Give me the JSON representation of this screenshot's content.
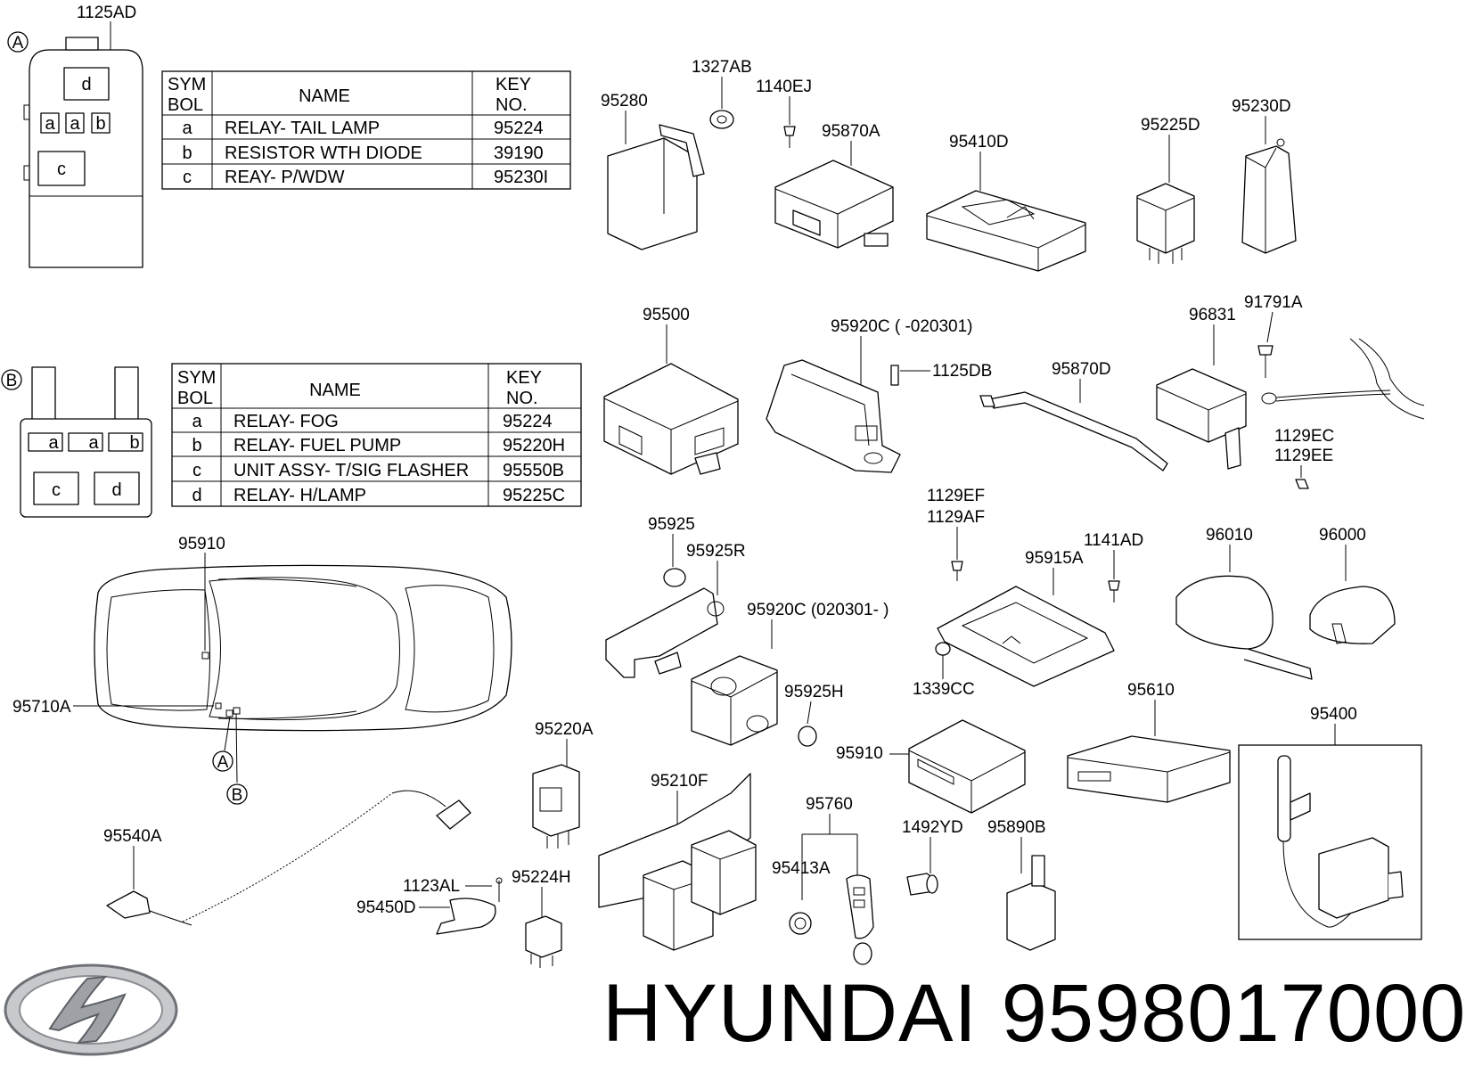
{
  "brand": {
    "name": "HYUNDAI",
    "part_number": "9598017000"
  },
  "box_a": {
    "marker": "A",
    "top_label": "1125AD",
    "slots": [
      "d",
      "a",
      "a",
      "b",
      "c"
    ],
    "table": {
      "headers": [
        "SYM BOL",
        "NAME",
        "KEY NO."
      ],
      "header_sym_lines": [
        "SYM",
        "BOL"
      ],
      "header_key_lines": [
        "KEY",
        "NO."
      ],
      "rows": [
        {
          "sym": "a",
          "name": "RELAY- TAIL LAMP",
          "key": "95224"
        },
        {
          "sym": "b",
          "name": "RESISTOR WTH DIODE",
          "key": "39190"
        },
        {
          "sym": "c",
          "name": "REAY- P/WDW",
          "key": "95230I"
        }
      ]
    }
  },
  "box_b": {
    "marker": "B",
    "slots": [
      "a",
      "a",
      "b",
      "c",
      "d"
    ],
    "table": {
      "headers": [
        "SYM BOL",
        "NAME",
        "KEY NO."
      ],
      "header_sym_lines": [
        "SYM",
        "BOL"
      ],
      "header_key_lines": [
        "KEY",
        "NO."
      ],
      "rows": [
        {
          "sym": "a",
          "name": "RELAY- FOG",
          "key": "95224"
        },
        {
          "sym": "b",
          "name": "RELAY- FUEL PUMP",
          "key": "95220H"
        },
        {
          "sym": "c",
          "name": "UNIT ASSY- T/SIG FLASHER",
          "key": "95550B"
        },
        {
          "sym": "d",
          "name": "RELAY- H/LAMP",
          "key": "95225C"
        }
      ]
    }
  },
  "car": {
    "labels": [
      "95910",
      "95710A"
    ],
    "markers": [
      "A",
      "B"
    ]
  },
  "part_labels": [
    "1327AB",
    "95280",
    "1140EJ",
    "95870A",
    "95410D",
    "95225D",
    "95230D",
    "95500",
    "95920C ( -020301)",
    "1125DB",
    "95870D",
    "96831",
    "91791A",
    "1129EC",
    "1129EE",
    "95925",
    "95925R",
    "1129EF",
    "1129AF",
    "95915A",
    "1141AD",
    "96010",
    "96000",
    "95920C (020301- )",
    "95925H",
    "1339CC",
    "95610",
    "95400",
    "95910",
    "95220A",
    "95540A",
    "95210F",
    "95760",
    "1492YD",
    "95890B",
    "95413A",
    "1123AL",
    "95224H",
    "95450D"
  ]
}
